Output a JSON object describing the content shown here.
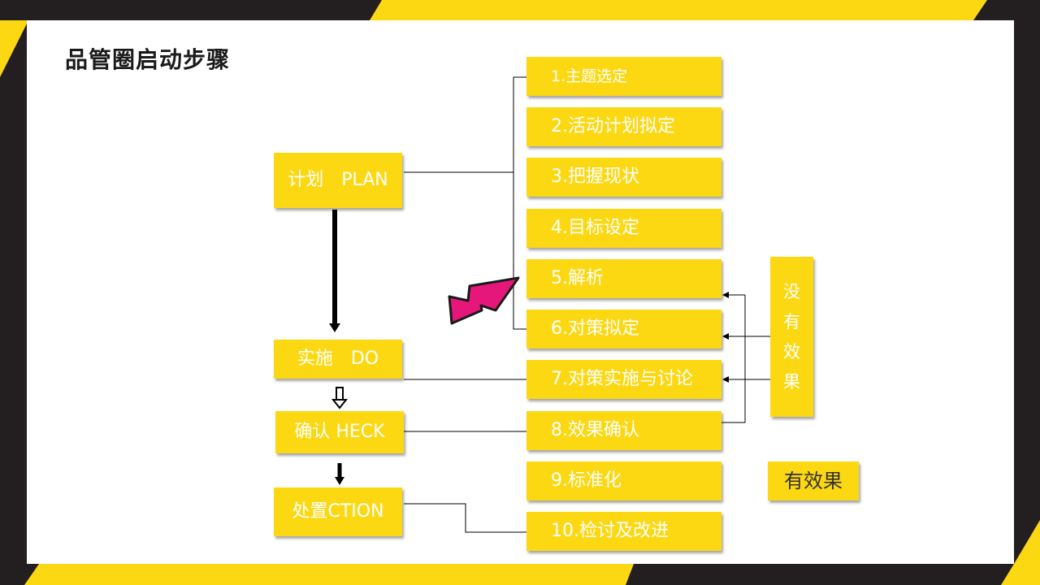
{
  "title": "品管圈启动步骤",
  "phases": [
    {
      "label": "计划　PLAN"
    },
    {
      "label": "实施　DO"
    },
    {
      "label": "确认 HECK"
    },
    {
      "label": "处置CTION"
    }
  ],
  "steps": [
    {
      "label": "1.主题选定"
    },
    {
      "label": "2.活动计划拟定"
    },
    {
      "label": "3.把握现状"
    },
    {
      "label": "4.目标设定"
    },
    {
      "label": "5.解析"
    },
    {
      "label": "6.对策拟定"
    },
    {
      "label": "7.对策实施与讨论"
    },
    {
      "label": "8.效果确认"
    },
    {
      "label": "9.标准化"
    },
    {
      "label": "10.检讨及改进"
    }
  ],
  "no_effect": {
    "chars": [
      "没",
      "有",
      "效",
      "果"
    ]
  },
  "effective": {
    "label": "有效果"
  },
  "colors": {
    "accent": "#fcd813",
    "arrow": "#e5177b",
    "frame": "#231f20"
  }
}
